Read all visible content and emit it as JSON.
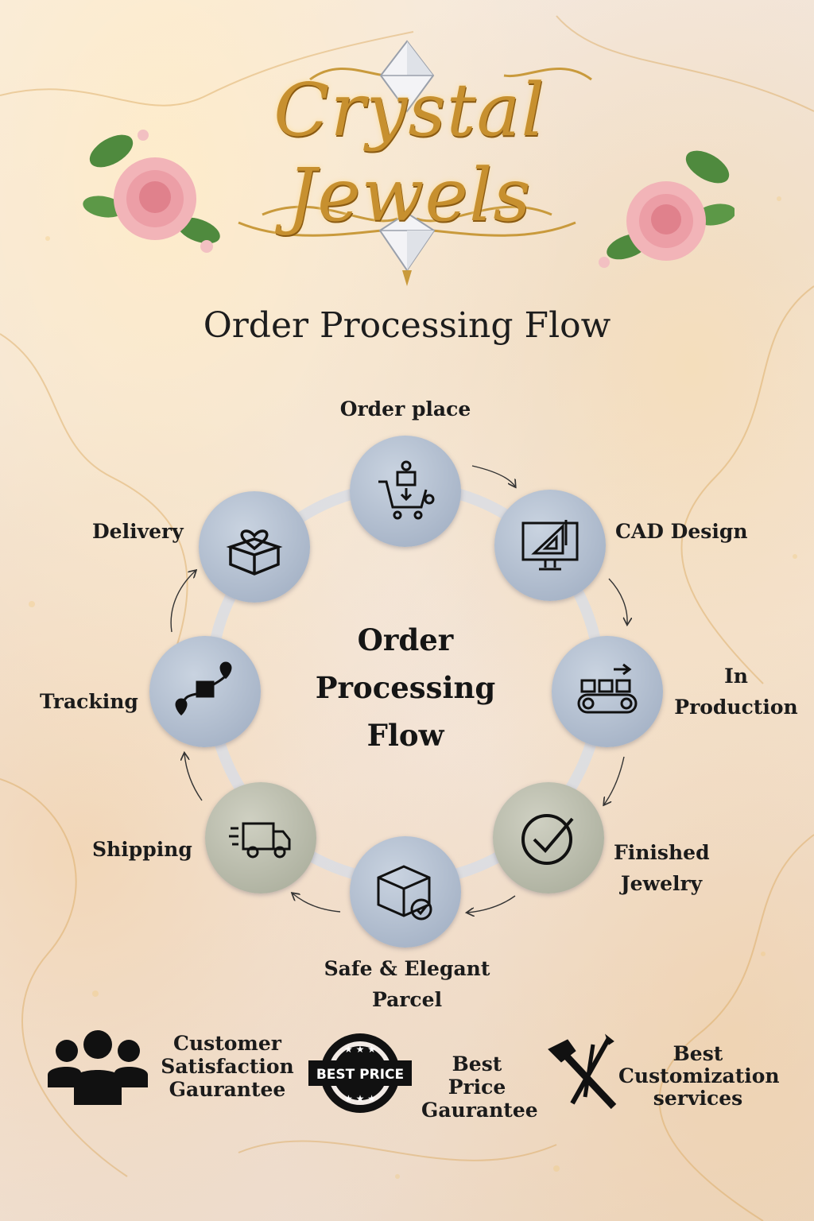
{
  "brand": {
    "name": "Crystal Jewels"
  },
  "title": "Order Processing Flow",
  "diagram": {
    "center_lines": [
      "Order",
      "Processing",
      "Flow"
    ],
    "steps": [
      {
        "label": "Order place",
        "icon": "shopping-cart-icon"
      },
      {
        "label": "CAD Design",
        "icon": "cad-design-icon"
      },
      {
        "label": "In",
        "label2": "Production",
        "icon": "production-conveyor-icon"
      },
      {
        "label": "Finished",
        "label2": "Jewelry",
        "icon": "check-mark-icon"
      },
      {
        "label": "Safe & Elegant Parcel",
        "icon": "parcel-box-icon"
      },
      {
        "label": "Shipping",
        "icon": "delivery-truck-icon"
      },
      {
        "label": "Tracking",
        "icon": "tracking-map-icon"
      },
      {
        "label": "Delivery",
        "icon": "heart-box-icon"
      }
    ]
  },
  "features": [
    {
      "lines": [
        "Customer",
        "Satisfaction",
        "Gaurantee"
      ],
      "icon": "customers-group-icon"
    },
    {
      "lines": [
        "Best Price",
        "Gaurantee"
      ],
      "icon": "best-price-badge-icon",
      "badge_text": "BEST PRICE"
    },
    {
      "lines": [
        "Best",
        "Customization",
        "services"
      ],
      "icon": "tools-icon"
    }
  ],
  "colors": {
    "gold": "#c7902f",
    "circle_blue": "#a8b5c8",
    "circle_olive": "#b0b3a2",
    "ring": "#d9dde4"
  }
}
